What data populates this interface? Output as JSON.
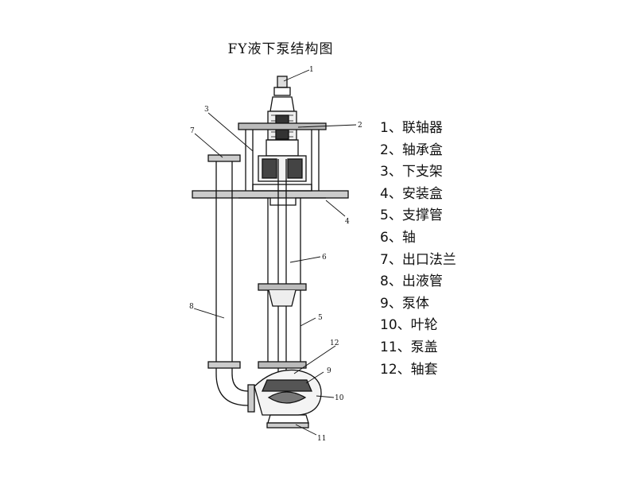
{
  "title": "FY液下泵结构图",
  "callouts": [
    "1",
    "2",
    "3",
    "4",
    "5",
    "6",
    "7",
    "8",
    "9",
    "10",
    "11",
    "12"
  ],
  "parts": [
    "1、联轴器",
    "2、轴承盒",
    "3、下支架",
    "4、安装盒",
    "5、支撑管",
    "6、轴",
    "7、出口法兰",
    "8、出液管",
    "9、泵体",
    "10、叶轮",
    "11、泵盖",
    "12、轴套"
  ],
  "colors": {
    "ink": "#111111",
    "background": "#ffffff"
  }
}
